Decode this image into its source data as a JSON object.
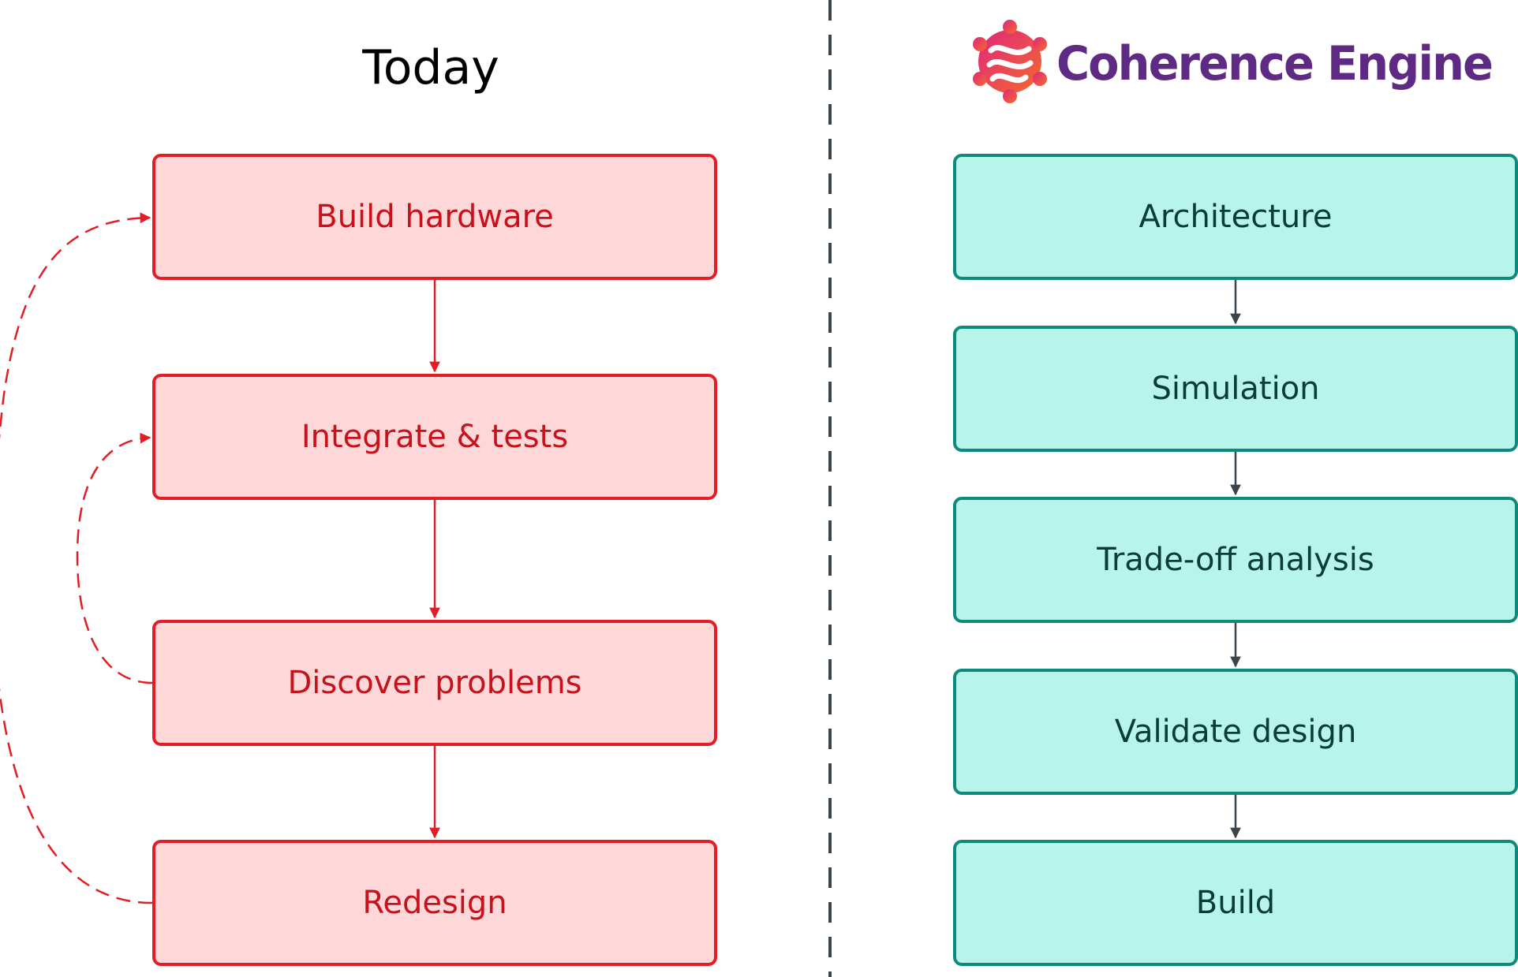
{
  "left": {
    "heading": "Today",
    "steps": [
      "Build hardware",
      "Integrate & tests",
      "Discover problems",
      "Redesign"
    ],
    "colors": {
      "fill": "#fed7d8",
      "stroke": "#e21d25",
      "text": "#c8121b"
    }
  },
  "right": {
    "brand": {
      "name": "Coherence Engine",
      "logo_icon": "wave-gear-logo-icon",
      "color": "#5e2a84"
    },
    "steps": [
      "Architecture",
      "Simulation",
      "Trade-off analysis",
      "Validate design",
      "Build"
    ],
    "colors": {
      "fill": "#b7f4ea",
      "stroke": "#0e8a7c",
      "text": "#0b3d37",
      "arrow": "#3c444b"
    }
  },
  "divider_color": "#3c444b"
}
